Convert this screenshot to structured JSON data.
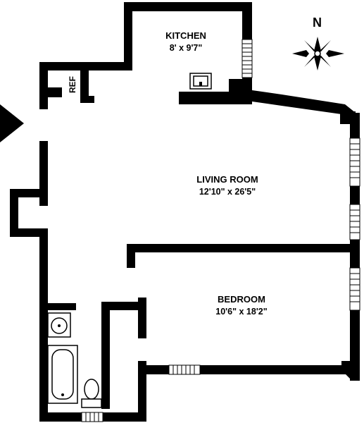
{
  "rooms": {
    "kitchen": {
      "name": "KITCHEN",
      "dims": "8' x 9'7\""
    },
    "living": {
      "name": "LIVING ROOM",
      "dims": "12'10\" x 26'5\""
    },
    "bedroom": {
      "name": "BEDROOM",
      "dims": "10'6\" x 18'2\""
    },
    "ref": {
      "name": "REF"
    }
  },
  "compass": {
    "label": "N"
  }
}
